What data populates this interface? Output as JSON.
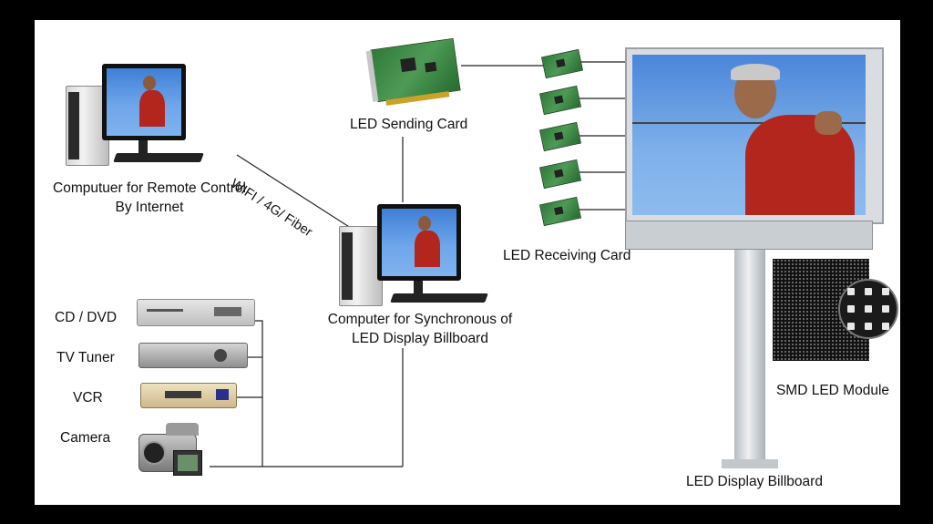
{
  "labels": {
    "remote_computer": "Computuer for Remote Control\nBy Internet",
    "remote_computer_line1": "Computuer for Remote Control",
    "remote_computer_line2": "By Internet",
    "network": "WIFI / 4G/ Fiber",
    "sending_card": "LED Sending Card",
    "sync_computer_line1": "Computer for Synchronous of",
    "sync_computer_line2": "LED Display Billboard",
    "receiving_card": "LED Receiving Card",
    "smd_module": "SMD LED Module",
    "billboard": "LED Display Billboard"
  },
  "sources": [
    {
      "label": "CD / DVD",
      "icon": "dvd-player-icon"
    },
    {
      "label": "TV Tuner",
      "icon": "tv-tuner-icon"
    },
    {
      "label": "VCR",
      "icon": "vcr-icon"
    },
    {
      "label": "Camera",
      "icon": "camcorder-icon"
    }
  ],
  "receiving_card_count": 5,
  "colors": {
    "background": "#000000",
    "canvas": "#ffffff",
    "line": "#222222",
    "sky": "#5b96e0",
    "shirt": "#b3261e",
    "pcb": "#3f8a46"
  }
}
